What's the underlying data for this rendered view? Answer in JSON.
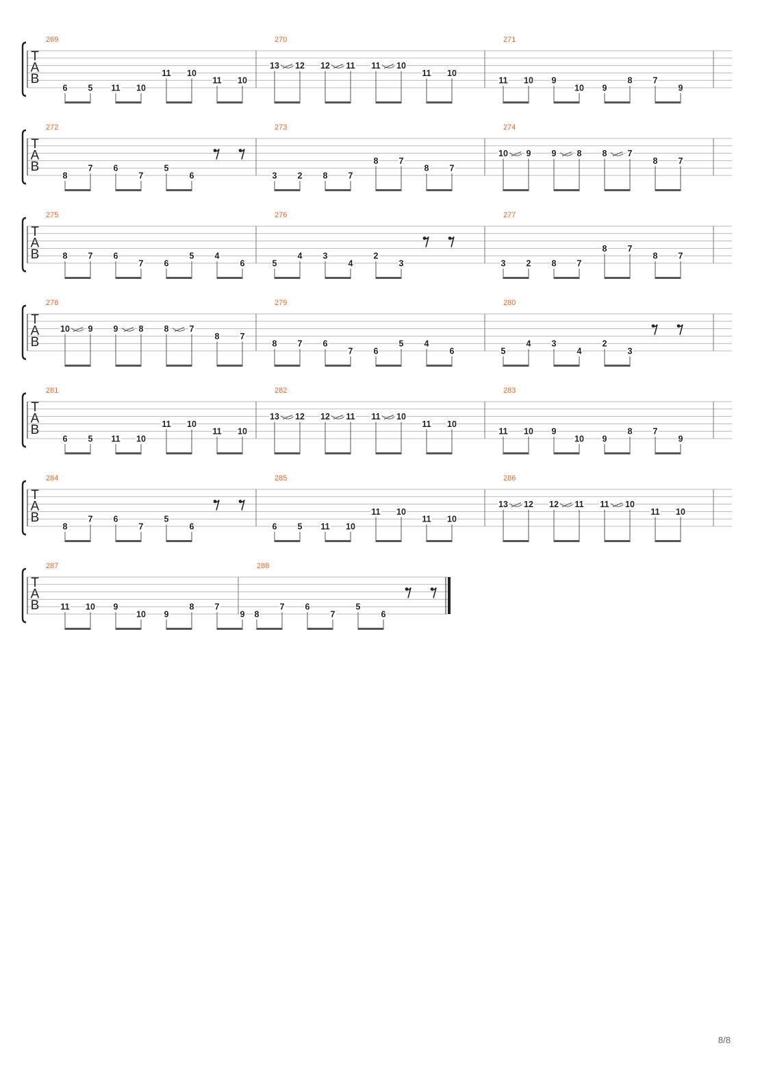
{
  "page": {
    "number": "8/8"
  },
  "colors": {
    "measure_number": "#e8652a",
    "ink": "#222222",
    "staff_line": "#b8b8b8",
    "beam": "#555555"
  },
  "clef": [
    "T",
    "A",
    "B"
  ],
  "systems": [
    {
      "measures": [
        {
          "number": "269",
          "events": [
            {
              "s": 6,
              "f": "6"
            },
            {
              "s": 6,
              "f": "5"
            },
            {
              "s": 6,
              "f": "11"
            },
            {
              "s": 6,
              "f": "10"
            },
            {
              "s": 4,
              "f": "11"
            },
            {
              "s": 4,
              "f": "10"
            },
            {
              "s": 5,
              "f": "11"
            },
            {
              "s": 5,
              "f": "10"
            }
          ]
        },
        {
          "number": "270",
          "events": [
            {
              "s": 3,
              "f": "13",
              "slide": true
            },
            {
              "s": 3,
              "f": "12"
            },
            {
              "s": 3,
              "f": "12",
              "slide": true
            },
            {
              "s": 3,
              "f": "11"
            },
            {
              "s": 3,
              "f": "11",
              "slide": true
            },
            {
              "s": 3,
              "f": "10"
            },
            {
              "s": 4,
              "f": "11"
            },
            {
              "s": 4,
              "f": "10"
            }
          ]
        },
        {
          "number": "271",
          "events": [
            {
              "s": 5,
              "f": "11"
            },
            {
              "s": 5,
              "f": "10"
            },
            {
              "s": 5,
              "f": "9"
            },
            {
              "s": 6,
              "f": "10"
            },
            {
              "s": 6,
              "f": "9"
            },
            {
              "s": 5,
              "f": "8"
            },
            {
              "s": 5,
              "f": "7"
            },
            {
              "s": 6,
              "f": "9"
            }
          ]
        }
      ]
    },
    {
      "measures": [
        {
          "number": "272",
          "events": [
            {
              "s": 6,
              "f": "8"
            },
            {
              "s": 5,
              "f": "7"
            },
            {
              "s": 5,
              "f": "6"
            },
            {
              "s": 6,
              "f": "7"
            },
            {
              "s": 5,
              "f": "5"
            },
            {
              "s": 6,
              "f": "6"
            },
            {
              "rest": true
            },
            {
              "rest": true
            }
          ]
        },
        {
          "number": "273",
          "events": [
            {
              "s": 6,
              "f": "3"
            },
            {
              "s": 6,
              "f": "2"
            },
            {
              "s": 6,
              "f": "8"
            },
            {
              "s": 6,
              "f": "7"
            },
            {
              "s": 4,
              "f": "8"
            },
            {
              "s": 4,
              "f": "7"
            },
            {
              "s": 5,
              "f": "8"
            },
            {
              "s": 5,
              "f": "7"
            }
          ]
        },
        {
          "number": "274",
          "events": [
            {
              "s": 3,
              "f": "10",
              "slide": true
            },
            {
              "s": 3,
              "f": "9"
            },
            {
              "s": 3,
              "f": "9",
              "slide": true
            },
            {
              "s": 3,
              "f": "8"
            },
            {
              "s": 3,
              "f": "8",
              "slide": true
            },
            {
              "s": 3,
              "f": "7"
            },
            {
              "s": 4,
              "f": "8"
            },
            {
              "s": 4,
              "f": "7"
            }
          ]
        }
      ]
    },
    {
      "measures": [
        {
          "number": "275",
          "events": [
            {
              "s": 5,
              "f": "8"
            },
            {
              "s": 5,
              "f": "7"
            },
            {
              "s": 5,
              "f": "6"
            },
            {
              "s": 6,
              "f": "7"
            },
            {
              "s": 6,
              "f": "6"
            },
            {
              "s": 5,
              "f": "5"
            },
            {
              "s": 5,
              "f": "4"
            },
            {
              "s": 6,
              "f": "6"
            }
          ]
        },
        {
          "number": "276",
          "events": [
            {
              "s": 6,
              "f": "5"
            },
            {
              "s": 5,
              "f": "4"
            },
            {
              "s": 5,
              "f": "3"
            },
            {
              "s": 6,
              "f": "4"
            },
            {
              "s": 5,
              "f": "2"
            },
            {
              "s": 6,
              "f": "3"
            },
            {
              "rest": true
            },
            {
              "rest": true
            }
          ]
        },
        {
          "number": "277",
          "events": [
            {
              "s": 6,
              "f": "3"
            },
            {
              "s": 6,
              "f": "2"
            },
            {
              "s": 6,
              "f": "8"
            },
            {
              "s": 6,
              "f": "7"
            },
            {
              "s": 4,
              "f": "8"
            },
            {
              "s": 4,
              "f": "7"
            },
            {
              "s": 5,
              "f": "8"
            },
            {
              "s": 5,
              "f": "7"
            }
          ]
        }
      ]
    },
    {
      "measures": [
        {
          "number": "278",
          "events": [
            {
              "s": 3,
              "f": "10",
              "slide": true
            },
            {
              "s": 3,
              "f": "9"
            },
            {
              "s": 3,
              "f": "9",
              "slide": true
            },
            {
              "s": 3,
              "f": "8"
            },
            {
              "s": 3,
              "f": "8",
              "slide": true
            },
            {
              "s": 3,
              "f": "7"
            },
            {
              "s": 4,
              "f": "8"
            },
            {
              "s": 4,
              "f": "7"
            }
          ]
        },
        {
          "number": "279",
          "events": [
            {
              "s": 5,
              "f": "8"
            },
            {
              "s": 5,
              "f": "7"
            },
            {
              "s": 5,
              "f": "6"
            },
            {
              "s": 6,
              "f": "7"
            },
            {
              "s": 6,
              "f": "6"
            },
            {
              "s": 5,
              "f": "5"
            },
            {
              "s": 5,
              "f": "4"
            },
            {
              "s": 6,
              "f": "6"
            }
          ]
        },
        {
          "number": "280",
          "events": [
            {
              "s": 6,
              "f": "5"
            },
            {
              "s": 5,
              "f": "4"
            },
            {
              "s": 5,
              "f": "3"
            },
            {
              "s": 6,
              "f": "4"
            },
            {
              "s": 5,
              "f": "2"
            },
            {
              "s": 6,
              "f": "3"
            },
            {
              "rest": true
            },
            {
              "rest": true
            }
          ]
        }
      ]
    },
    {
      "measures": [
        {
          "number": "281",
          "events": [
            {
              "s": 6,
              "f": "6"
            },
            {
              "s": 6,
              "f": "5"
            },
            {
              "s": 6,
              "f": "11"
            },
            {
              "s": 6,
              "f": "10"
            },
            {
              "s": 4,
              "f": "11"
            },
            {
              "s": 4,
              "f": "10"
            },
            {
              "s": 5,
              "f": "11"
            },
            {
              "s": 5,
              "f": "10"
            }
          ]
        },
        {
          "number": "282",
          "events": [
            {
              "s": 3,
              "f": "13",
              "slide": true
            },
            {
              "s": 3,
              "f": "12"
            },
            {
              "s": 3,
              "f": "12",
              "slide": true
            },
            {
              "s": 3,
              "f": "11"
            },
            {
              "s": 3,
              "f": "11",
              "slide": true
            },
            {
              "s": 3,
              "f": "10"
            },
            {
              "s": 4,
              "f": "11"
            },
            {
              "s": 4,
              "f": "10"
            }
          ]
        },
        {
          "number": "283",
          "events": [
            {
              "s": 5,
              "f": "11"
            },
            {
              "s": 5,
              "f": "10"
            },
            {
              "s": 5,
              "f": "9"
            },
            {
              "s": 6,
              "f": "10"
            },
            {
              "s": 6,
              "f": "9"
            },
            {
              "s": 5,
              "f": "8"
            },
            {
              "s": 5,
              "f": "7"
            },
            {
              "s": 6,
              "f": "9"
            }
          ]
        }
      ]
    },
    {
      "measures": [
        {
          "number": "284",
          "events": [
            {
              "s": 6,
              "f": "8"
            },
            {
              "s": 5,
              "f": "7"
            },
            {
              "s": 5,
              "f": "6"
            },
            {
              "s": 6,
              "f": "7"
            },
            {
              "s": 5,
              "f": "5"
            },
            {
              "s": 6,
              "f": "6"
            },
            {
              "rest": true
            },
            {
              "rest": true
            }
          ]
        },
        {
          "number": "285",
          "events": [
            {
              "s": 6,
              "f": "6"
            },
            {
              "s": 6,
              "f": "5"
            },
            {
              "s": 6,
              "f": "11"
            },
            {
              "s": 6,
              "f": "10"
            },
            {
              "s": 4,
              "f": "11"
            },
            {
              "s": 4,
              "f": "10"
            },
            {
              "s": 5,
              "f": "11"
            },
            {
              "s": 5,
              "f": "10"
            }
          ]
        },
        {
          "number": "286",
          "events": [
            {
              "s": 3,
              "f": "13",
              "slide": true
            },
            {
              "s": 3,
              "f": "12"
            },
            {
              "s": 3,
              "f": "12",
              "slide": true
            },
            {
              "s": 3,
              "f": "11"
            },
            {
              "s": 3,
              "f": "11",
              "slide": true
            },
            {
              "s": 3,
              "f": "10"
            },
            {
              "s": 4,
              "f": "11"
            },
            {
              "s": 4,
              "f": "10"
            }
          ]
        }
      ]
    },
    {
      "final": true,
      "measures": [
        {
          "number": "287",
          "events": [
            {
              "s": 5,
              "f": "11"
            },
            {
              "s": 5,
              "f": "10"
            },
            {
              "s": 5,
              "f": "9"
            },
            {
              "s": 6,
              "f": "10"
            },
            {
              "s": 6,
              "f": "9"
            },
            {
              "s": 5,
              "f": "8"
            },
            {
              "s": 5,
              "f": "7"
            },
            {
              "s": 6,
              "f": "9"
            }
          ]
        },
        {
          "number": "288",
          "events": [
            {
              "s": 6,
              "f": "8"
            },
            {
              "s": 5,
              "f": "7"
            },
            {
              "s": 5,
              "f": "6"
            },
            {
              "s": 6,
              "f": "7"
            },
            {
              "s": 5,
              "f": "5"
            },
            {
              "s": 6,
              "f": "6"
            },
            {
              "rest": true
            },
            {
              "rest": true
            }
          ]
        }
      ]
    }
  ]
}
